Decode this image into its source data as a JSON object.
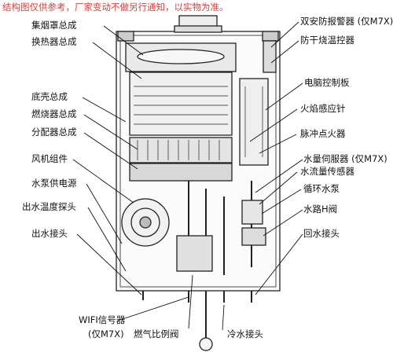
{
  "disclaimer": "结构图仅供参考，厂家变动不做另行通知，以实物为准。",
  "colors": {
    "disclaimer": "#e53935",
    "ink": "#111111"
  },
  "labels": {
    "jiyan_zhao": "集烟罩总成",
    "huanreqi": "换热器总成",
    "diqiao": "底壳总成",
    "ranshaoqi": "燃烧器总成",
    "fenpeiqi": "分配器总成",
    "fengji": "风机组件",
    "shuibeng_power": "水泵供电源",
    "chushui_temp": "出水温度探头",
    "chushui_joint": "出水接头",
    "wifi": "WIFI信号器",
    "wifi_note": "(仅M7X)",
    "gas_valve": "燃气比例阀",
    "cold_water": "冷水接头",
    "alarm": "双安防报警器 (仅M7X)",
    "anti_dry": "防干烧温控器",
    "control_board": "电脑控制板",
    "flame_needle": "火焰感应针",
    "igniter": "脉冲点火器",
    "servo": "水量伺服器 (仅M7X)",
    "flow_sensor": "水流量传感器",
    "circ_pump": "循环水泵",
    "h_valve": "水路H阀",
    "return_joint": "回水接头"
  }
}
